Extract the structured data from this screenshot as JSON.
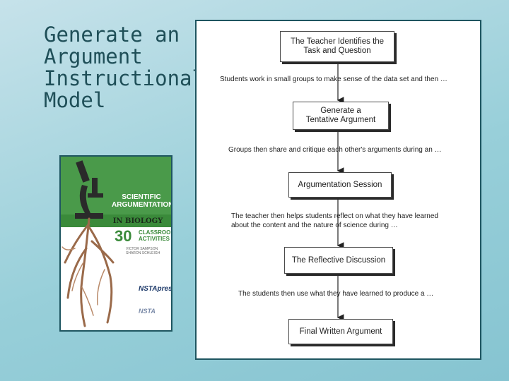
{
  "title": "Generate an\nArgument\nInstructional\nModel",
  "book": {
    "title_line1": "SCIENTIFIC\nARGUMENTATION",
    "title_line2": "IN BIOLOGY",
    "number": "30",
    "subtitle": "CLASSROOM\nACTIVITIES",
    "authors": "VICTOR SAMPSON\nSHARON SCHLEIGH",
    "publisher1": "NSTApress",
    "publisher2": "NSTA"
  },
  "flow": {
    "steps": [
      "The Teacher Identifies the\nTask and Question",
      "Generate a\nTentative Argument",
      "Argumentation Session",
      "The Reflective Discussion",
      "Final Written Argument"
    ],
    "transitions": [
      "Students work in small groups to make sense of the data set and then …",
      "Groups then share and critique each other's arguments during an …",
      "The teacher then helps students reflect on what they have learned\nabout the content and the nature of science during …",
      "The students then use what they have learned to produce a …"
    ]
  },
  "colors": {
    "frame": "#1e5560",
    "title": "#1f4f58",
    "cover_green": "#4a9a4a"
  }
}
